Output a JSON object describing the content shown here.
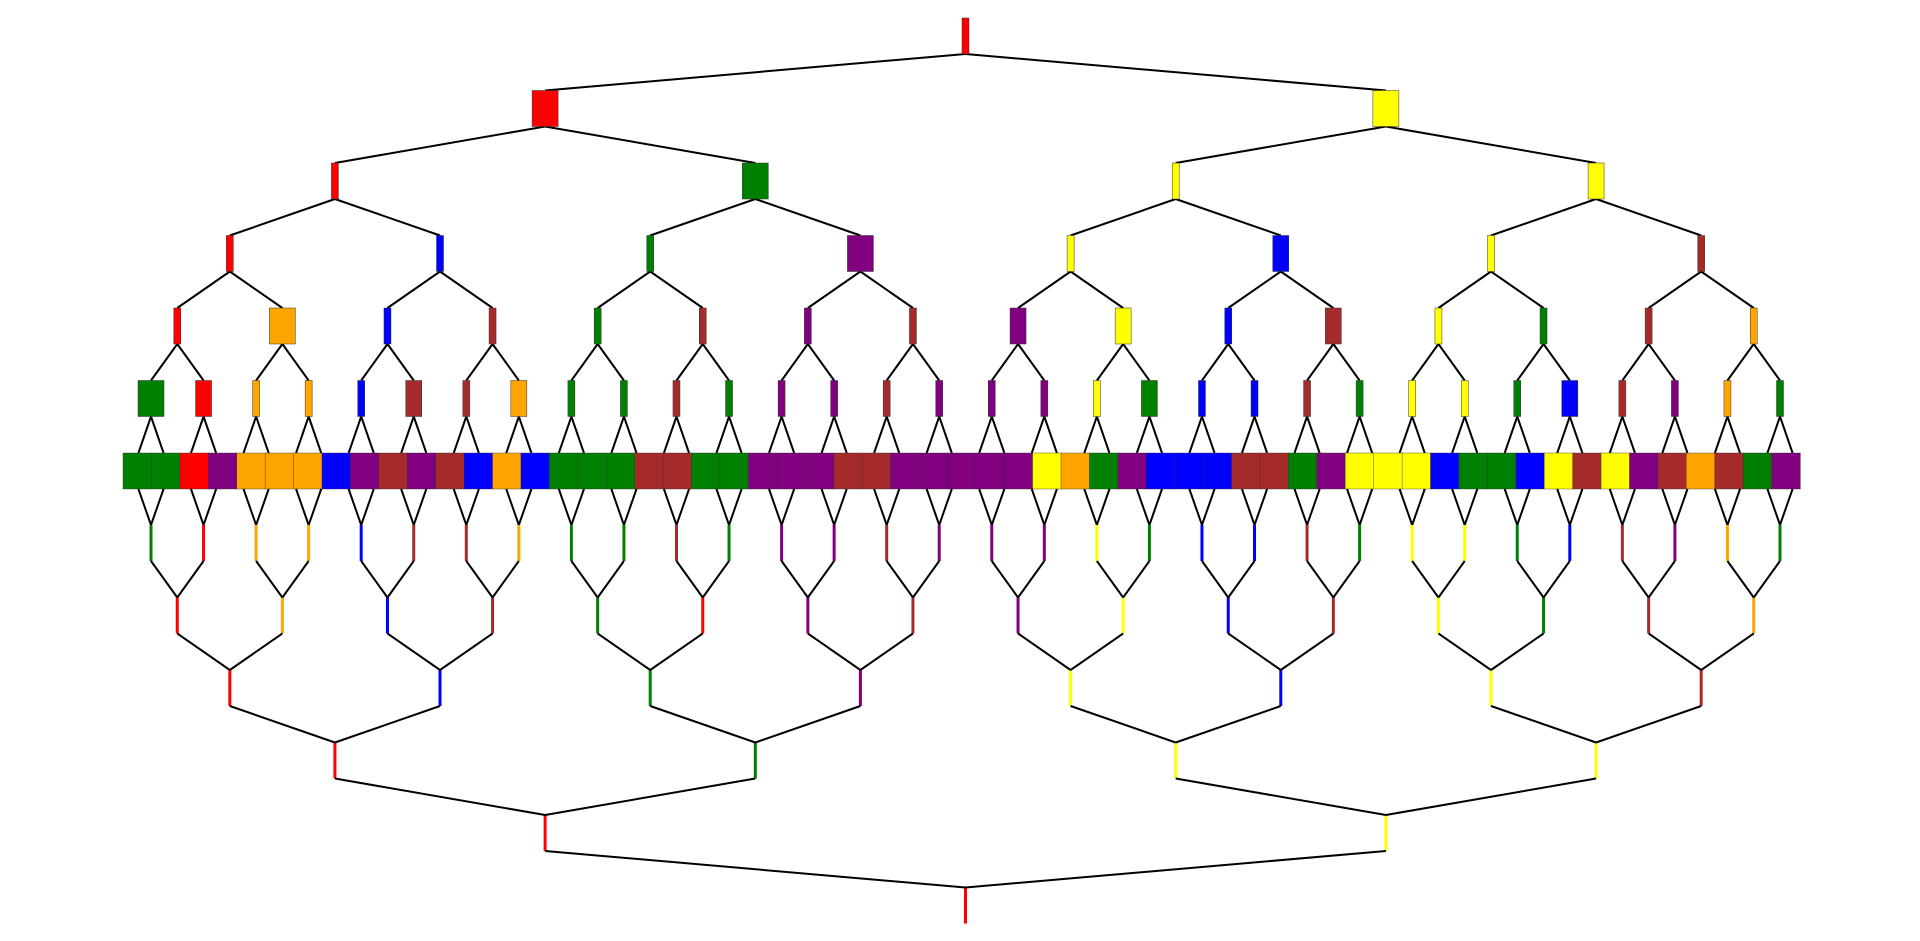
{
  "colors": {
    "red": "#ff0000",
    "green": "#008000",
    "purple": "#800080",
    "orange": "#ffa500",
    "blue": "#0000ff",
    "brown": "#a52a2a",
    "yellow": "#ffff00",
    "edge": "#000000"
  },
  "tree": {
    "depth": 6,
    "leaves": [
      "green",
      "green",
      "red",
      "purple",
      "orange",
      "orange",
      "orange",
      "blue",
      "purple",
      "brown",
      "purple",
      "brown",
      "blue",
      "orange",
      "blue",
      "green",
      "green",
      "green",
      "brown",
      "brown",
      "green",
      "green",
      "purple",
      "purple",
      "purple",
      "brown",
      "brown",
      "purple",
      "purple",
      "purple",
      "purple",
      "purple",
      "yellow",
      "orange",
      "green",
      "purple",
      "blue",
      "blue",
      "blue",
      "brown",
      "brown",
      "green",
      "purple",
      "yellow",
      "yellow",
      "yellow",
      "blue",
      "green",
      "green",
      "blue",
      "yellow",
      "brown",
      "yellow",
      "purple",
      "brown",
      "orange",
      "brown",
      "green",
      "purple"
    ],
    "levels": [
      [
        {
          "c": "red",
          "w": "thin"
        }
      ],
      [
        {
          "c": "red",
          "w": "wide"
        },
        {
          "c": "yellow",
          "w": "wide"
        }
      ],
      [
        {
          "c": "red",
          "w": "thin"
        },
        {
          "c": "green",
          "w": "wide"
        },
        {
          "c": "yellow",
          "w": "thin"
        },
        {
          "c": "yellow",
          "w": "mid"
        }
      ],
      [
        {
          "c": "red",
          "w": "thin"
        },
        {
          "c": "blue",
          "w": "thin"
        },
        {
          "c": "green",
          "w": "thin"
        },
        {
          "c": "purple",
          "w": "wide"
        },
        {
          "c": "yellow",
          "w": "thin"
        },
        {
          "c": "blue",
          "w": "mid"
        },
        {
          "c": "yellow",
          "w": "thin"
        },
        {
          "c": "brown",
          "w": "thin"
        }
      ],
      [
        {
          "c": "red",
          "w": "thin"
        },
        {
          "c": "orange",
          "w": "wide"
        },
        {
          "c": "blue",
          "w": "thin"
        },
        {
          "c": "brown",
          "w": "thin"
        },
        {
          "c": "green",
          "w": "thin"
        },
        {
          "c": "brown",
          "w": "thin"
        },
        {
          "c": "purple",
          "w": "thin"
        },
        {
          "c": "brown",
          "w": "thin"
        },
        {
          "c": "purple",
          "w": "mid"
        },
        {
          "c": "yellow",
          "w": "mid"
        },
        {
          "c": "blue",
          "w": "thin"
        },
        {
          "c": "brown",
          "w": "mid"
        },
        {
          "c": "yellow",
          "w": "thin"
        },
        {
          "c": "green",
          "w": "thin"
        },
        {
          "c": "brown",
          "w": "thin"
        },
        {
          "c": "orange",
          "w": "thin"
        }
      ],
      [
        {
          "c": "green",
          "w": "wide"
        },
        {
          "c": "red",
          "w": "mid"
        },
        {
          "c": "orange",
          "w": "thin"
        },
        {
          "c": "orange",
          "w": "thin"
        },
        {
          "c": "blue",
          "w": "thin"
        },
        {
          "c": "brown",
          "w": "mid"
        },
        {
          "c": "brown",
          "w": "thin"
        },
        {
          "c": "orange",
          "w": "mid"
        },
        {
          "c": "green",
          "w": "thin"
        },
        {
          "c": "green",
          "w": "thin"
        },
        {
          "c": "brown",
          "w": "thin"
        },
        {
          "c": "green",
          "w": "thin"
        },
        {
          "c": "purple",
          "w": "thin"
        },
        {
          "c": "purple",
          "w": "thin"
        },
        {
          "c": "brown",
          "w": "thin"
        },
        {
          "c": "purple",
          "w": "thin"
        },
        {
          "c": "purple",
          "w": "thin"
        },
        {
          "c": "purple",
          "w": "thin"
        },
        {
          "c": "yellow",
          "w": "thin"
        },
        {
          "c": "green",
          "w": "mid"
        },
        {
          "c": "blue",
          "w": "thin"
        },
        {
          "c": "blue",
          "w": "thin"
        },
        {
          "c": "brown",
          "w": "thin"
        },
        {
          "c": "green",
          "w": "thin"
        },
        {
          "c": "yellow",
          "w": "thin"
        },
        {
          "c": "yellow",
          "w": "thin"
        },
        {
          "c": "green",
          "w": "thin"
        },
        {
          "c": "blue",
          "w": "mid"
        },
        {
          "c": "brown",
          "w": "thin"
        },
        {
          "c": "purple",
          "w": "thin"
        },
        {
          "c": "orange",
          "w": "thin"
        },
        {
          "c": "green",
          "w": "thin"
        }
      ]
    ],
    "mirror_levels": [
      [
        {
          "c": "red"
        }
      ],
      [
        {
          "c": "red"
        },
        {
          "c": "yellow"
        }
      ],
      [
        {
          "c": "red"
        },
        {
          "c": "green"
        },
        {
          "c": "yellow"
        },
        {
          "c": "yellow"
        }
      ],
      [
        {
          "c": "red"
        },
        {
          "c": "blue"
        },
        {
          "c": "green"
        },
        {
          "c": "purple"
        },
        {
          "c": "yellow"
        },
        {
          "c": "blue"
        },
        {
          "c": "yellow"
        },
        {
          "c": "brown"
        }
      ],
      [
        {
          "c": "red"
        },
        {
          "c": "orange"
        },
        {
          "c": "blue"
        },
        {
          "c": "brown"
        },
        {
          "c": "green"
        },
        {
          "c": "red"
        },
        {
          "c": "purple"
        },
        {
          "c": "brown"
        },
        {
          "c": "purple"
        },
        {
          "c": "yellow"
        },
        {
          "c": "blue"
        },
        {
          "c": "brown"
        },
        {
          "c": "yellow"
        },
        {
          "c": "green"
        },
        {
          "c": "brown"
        },
        {
          "c": "orange"
        }
      ],
      [
        {
          "c": "green"
        },
        {
          "c": "red"
        },
        {
          "c": "orange"
        },
        {
          "c": "orange"
        },
        {
          "c": "blue"
        },
        {
          "c": "brown"
        },
        {
          "c": "brown"
        },
        {
          "c": "orange"
        },
        {
          "c": "green"
        },
        {
          "c": "green"
        },
        {
          "c": "brown"
        },
        {
          "c": "green"
        },
        {
          "c": "purple"
        },
        {
          "c": "purple"
        },
        {
          "c": "brown"
        },
        {
          "c": "purple"
        },
        {
          "c": "purple"
        },
        {
          "c": "purple"
        },
        {
          "c": "yellow"
        },
        {
          "c": "green"
        },
        {
          "c": "blue"
        },
        {
          "c": "blue"
        },
        {
          "c": "brown"
        },
        {
          "c": "green"
        },
        {
          "c": "yellow"
        },
        {
          "c": "yellow"
        },
        {
          "c": "green"
        },
        {
          "c": "blue"
        },
        {
          "c": "brown"
        },
        {
          "c": "purple"
        },
        {
          "c": "orange"
        },
        {
          "c": "green"
        }
      ]
    ]
  }
}
